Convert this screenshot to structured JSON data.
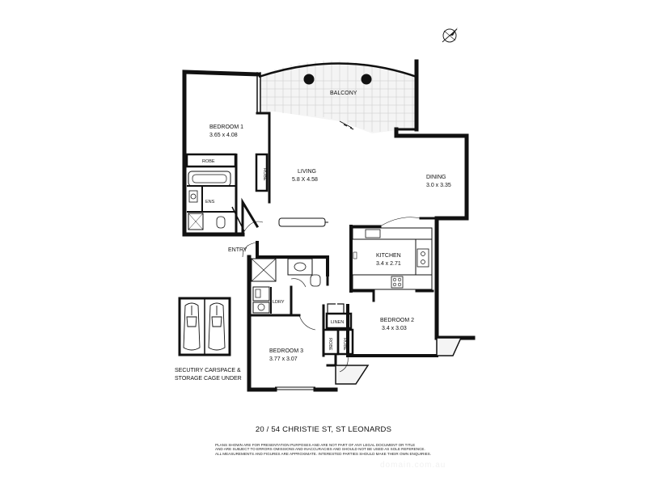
{
  "rooms": {
    "balcony": {
      "name": "BALCONY"
    },
    "bedroom1": {
      "name": "BEDROOM 1",
      "size": "3.65 x 4.08"
    },
    "living": {
      "name": "LIVING",
      "size": "5.8 X 4.58"
    },
    "dining": {
      "name": "DINING",
      "size": "3.0 x 3.35"
    },
    "robe1": {
      "name": "ROBE"
    },
    "robe_living": {
      "name": "ROBE"
    },
    "ens": {
      "name": "ENS"
    },
    "entry": {
      "name": "ENTRY"
    },
    "kitchen": {
      "name": "KITCHEN",
      "size": "3.4 x 2.71"
    },
    "bedroom2": {
      "name": "BEDROOM 2",
      "size": "3.4 x 3.03"
    },
    "lory": {
      "name": "LDRY"
    },
    "linen": {
      "name": "LINEN"
    },
    "bedroom3": {
      "name": "BEDROOM 3",
      "size": "3.77 x 3.07"
    },
    "robe_b3a": {
      "name": "ROBE"
    },
    "robe_b3b": {
      "name": "ROBE"
    }
  },
  "carspace": {
    "line1": "SECUTIRY CARSPACE &",
    "line2": "STORAGE CAGE UNDER"
  },
  "address": "20 / 54 CHRISTIE ST, ST LEONARDS",
  "disclaimer": [
    "PLANS SHOWN ARE FOR PRESENTATION PURPOSES AND ARE NOT PART OF ANY LEGAL DOCUMENT OR TITLE",
    "AND ARE SUBJECT TO ERRORS OMISSIONS AND INACCURACIES AND SHOULD NOT BE USED AS SOLE REFERENCE.",
    "ALL MEASUREMENTS AND FIGURES ARE APPROXIMATE. INTERESTED PARTIES SHOULD MAKE THEIR OWN ENQUIRIES."
  ],
  "watermark": "domain.com.au"
}
